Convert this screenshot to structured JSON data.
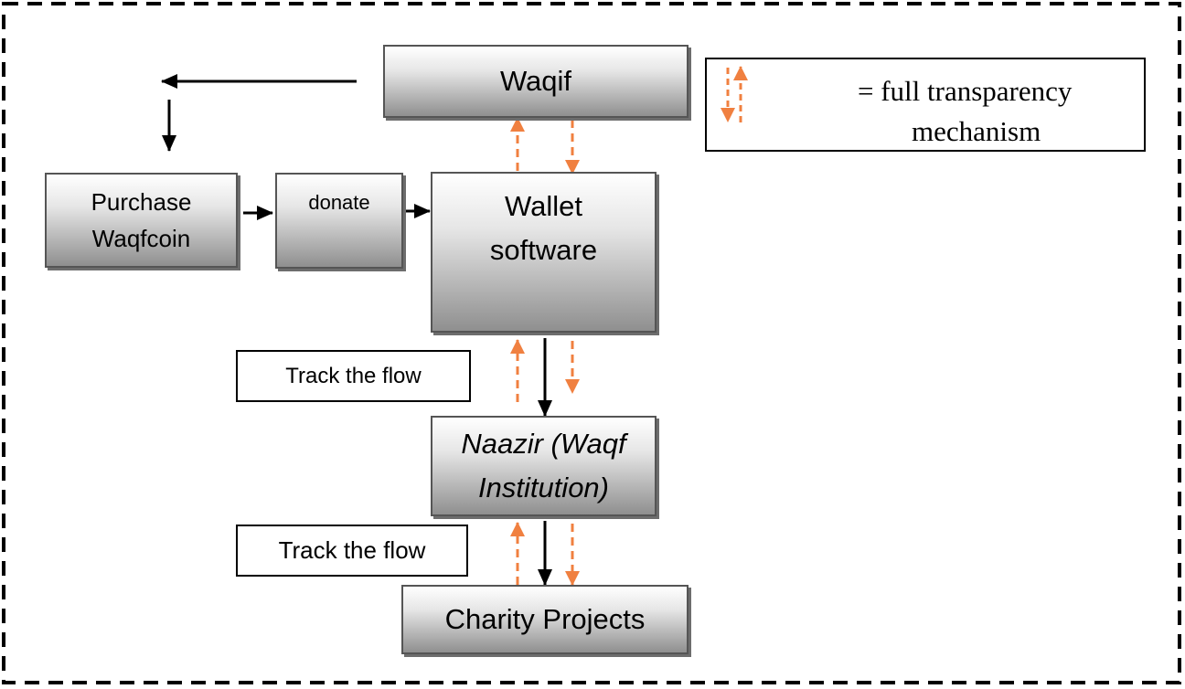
{
  "nodes": {
    "waqif": "Waqif",
    "purchase": [
      "Purchase",
      "Waqfcoin"
    ],
    "donate": "donate",
    "wallet": [
      "Wallet",
      "software"
    ],
    "naazir": [
      "Naazir (Waqf",
      "Institution)"
    ],
    "charity": "Charity Projects"
  },
  "labels": {
    "track_flow_1": "Track the flow",
    "track_flow_2": "Track the flow"
  },
  "legend": {
    "line1": "=  full transparency",
    "line2": "mechanism",
    "icon": "bidirectional-dashed-arrows-icon"
  },
  "colors": {
    "transparency_arrow": "#f08040",
    "flow_arrow": "#000000",
    "frame_border": "#000000"
  }
}
